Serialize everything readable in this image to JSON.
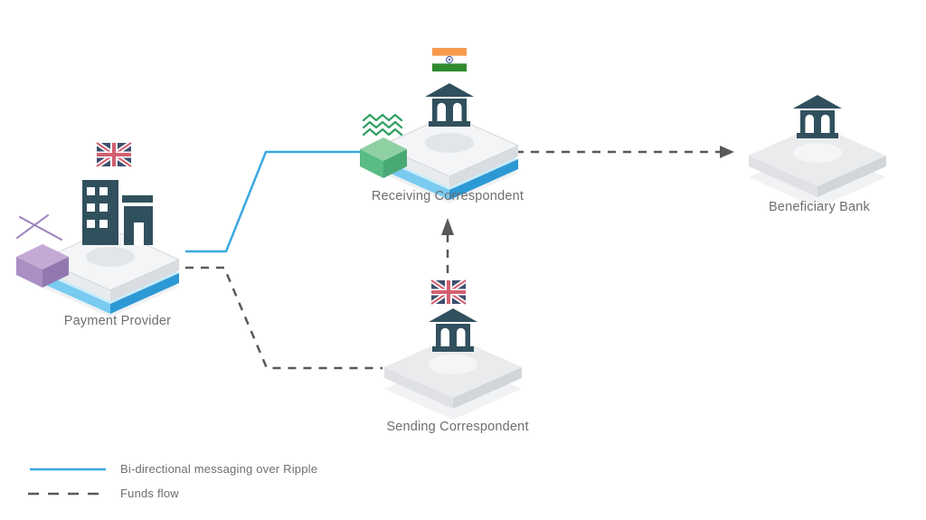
{
  "nodes": {
    "payment_provider": {
      "label": "Payment Provider",
      "flag": "united-kingdom-flag",
      "icon": "office-building-icon",
      "platform": "blue-ripple-layer",
      "accessory": "purple-cube"
    },
    "receiving_correspondent": {
      "label": "Receiving Correspondent",
      "flag": "india-flag",
      "icon": "bank-icon",
      "platform": "blue-ripple-layer",
      "accessory": "green-cube-with-waves"
    },
    "sending_correspondent": {
      "label": "Sending Correspondent",
      "flag": "united-kingdom-flag",
      "icon": "bank-icon",
      "platform": "gray"
    },
    "beneficiary_bank": {
      "label": "Beneficiary Bank",
      "icon": "bank-icon",
      "platform": "gray"
    }
  },
  "connections": [
    {
      "from": "payment_provider",
      "to": "receiving_correspondent",
      "type": "bi-directional messaging over Ripple",
      "style": "solid-blue",
      "arrow": false
    },
    {
      "from": "payment_provider",
      "to": "sending_correspondent",
      "type": "funds flow",
      "style": "dashed-gray",
      "arrow": false
    },
    {
      "from": "sending_correspondent",
      "to": "receiving_correspondent",
      "type": "funds flow",
      "style": "dashed-gray",
      "arrow": true
    },
    {
      "from": "receiving_correspondent",
      "to": "beneficiary_bank",
      "type": "funds flow",
      "style": "dashed-gray",
      "arrow": true
    }
  ],
  "legend": {
    "messaging": {
      "label": "Bi-directional messaging over Ripple",
      "line_color": "#3aa8e0",
      "line_style": "solid"
    },
    "funds_flow": {
      "label": "Funds flow",
      "line_color": "#58595b",
      "line_style": "dashed"
    }
  },
  "colors": {
    "messaging_blue": "#3aa8e0",
    "funds_dash_gray": "#58595b",
    "icon_slate": "#31505e",
    "label_gray": "#6d6e71",
    "platform_blue_dark": "#2d99d4",
    "platform_blue_light": "#79cbf0",
    "cube_purple_top": "#c3aad4",
    "cube_green_side": "#5abb84",
    "waves_green": "#2fa065",
    "uk_flag_navy": "#3e4e6e",
    "uk_flag_red": "#d25f70",
    "india_saffron": "#f79a4e",
    "india_green": "#2e8b2e"
  }
}
